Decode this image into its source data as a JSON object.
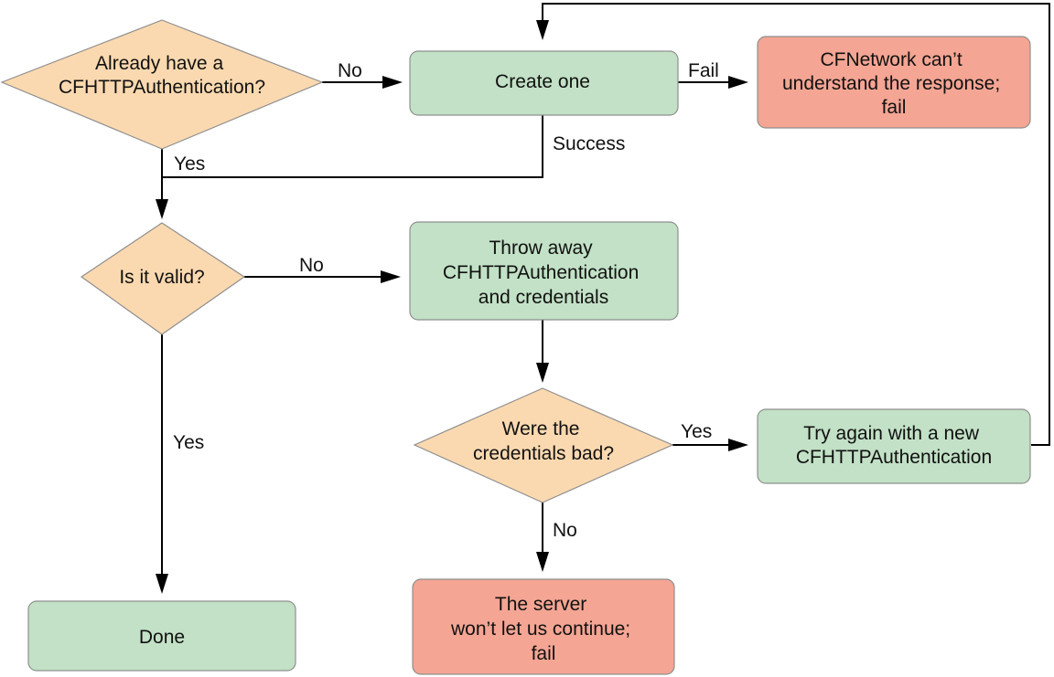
{
  "colors": {
    "decision": "#fbd9b0",
    "process": "#c2e1c6",
    "failure": "#f4a593",
    "line": "#000000"
  },
  "nodes": {
    "already_have": {
      "lines": [
        "Already have a",
        "CFHTTPAuthentication?"
      ]
    },
    "create_one": {
      "lines": [
        "Create one"
      ]
    },
    "cfnetwork_fail": {
      "lines": [
        "CFNetwork can’t",
        "understand the response;",
        "fail"
      ]
    },
    "is_valid": {
      "lines": [
        "Is it valid?"
      ]
    },
    "throw_away": {
      "lines": [
        "Throw away",
        "CFHTTPAuthentication",
        "and credentials"
      ]
    },
    "credentials_bad": {
      "lines": [
        "Were the",
        "credentials bad?"
      ]
    },
    "try_again": {
      "lines": [
        "Try again with a new",
        "CFHTTPAuthentication"
      ]
    },
    "server_fail": {
      "lines": [
        "The server",
        "won’t let us continue;",
        "fail"
      ]
    },
    "done": {
      "lines": [
        "Done"
      ]
    }
  },
  "edges": {
    "no_1": "No",
    "fail": "Fail",
    "success": "Success",
    "yes_1": "Yes",
    "no_2": "No",
    "yes_2": "Yes",
    "yes_3": "Yes",
    "no_3": "No"
  }
}
